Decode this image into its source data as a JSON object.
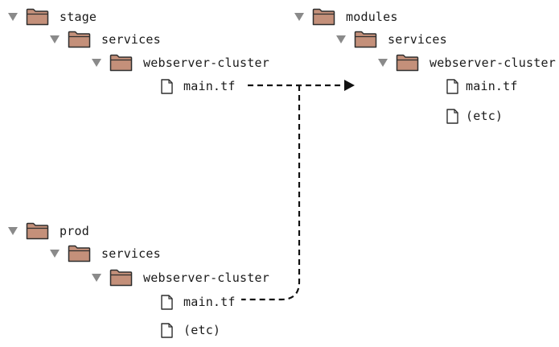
{
  "colors": {
    "folder_fill": "#c4907a",
    "folder_stroke": "#2e2e2e",
    "triangle": "#8a8a8a",
    "text": "#1a1a1a",
    "connector": "#111111"
  },
  "icons": {
    "expand": "triangle-down-icon",
    "folder": "folder-icon",
    "file": "file-icon"
  },
  "trees": {
    "stage": {
      "root": "stage",
      "services": "services",
      "cluster": "webserver-cluster",
      "files": [
        "main.tf"
      ]
    },
    "modules": {
      "root": "modules",
      "services": "services",
      "cluster": "webserver-cluster",
      "files": [
        "main.tf",
        "(etc)"
      ]
    },
    "prod": {
      "root": "prod",
      "services": "services",
      "cluster": "webserver-cluster",
      "files": [
        "main.tf",
        "(etc)"
      ]
    }
  }
}
